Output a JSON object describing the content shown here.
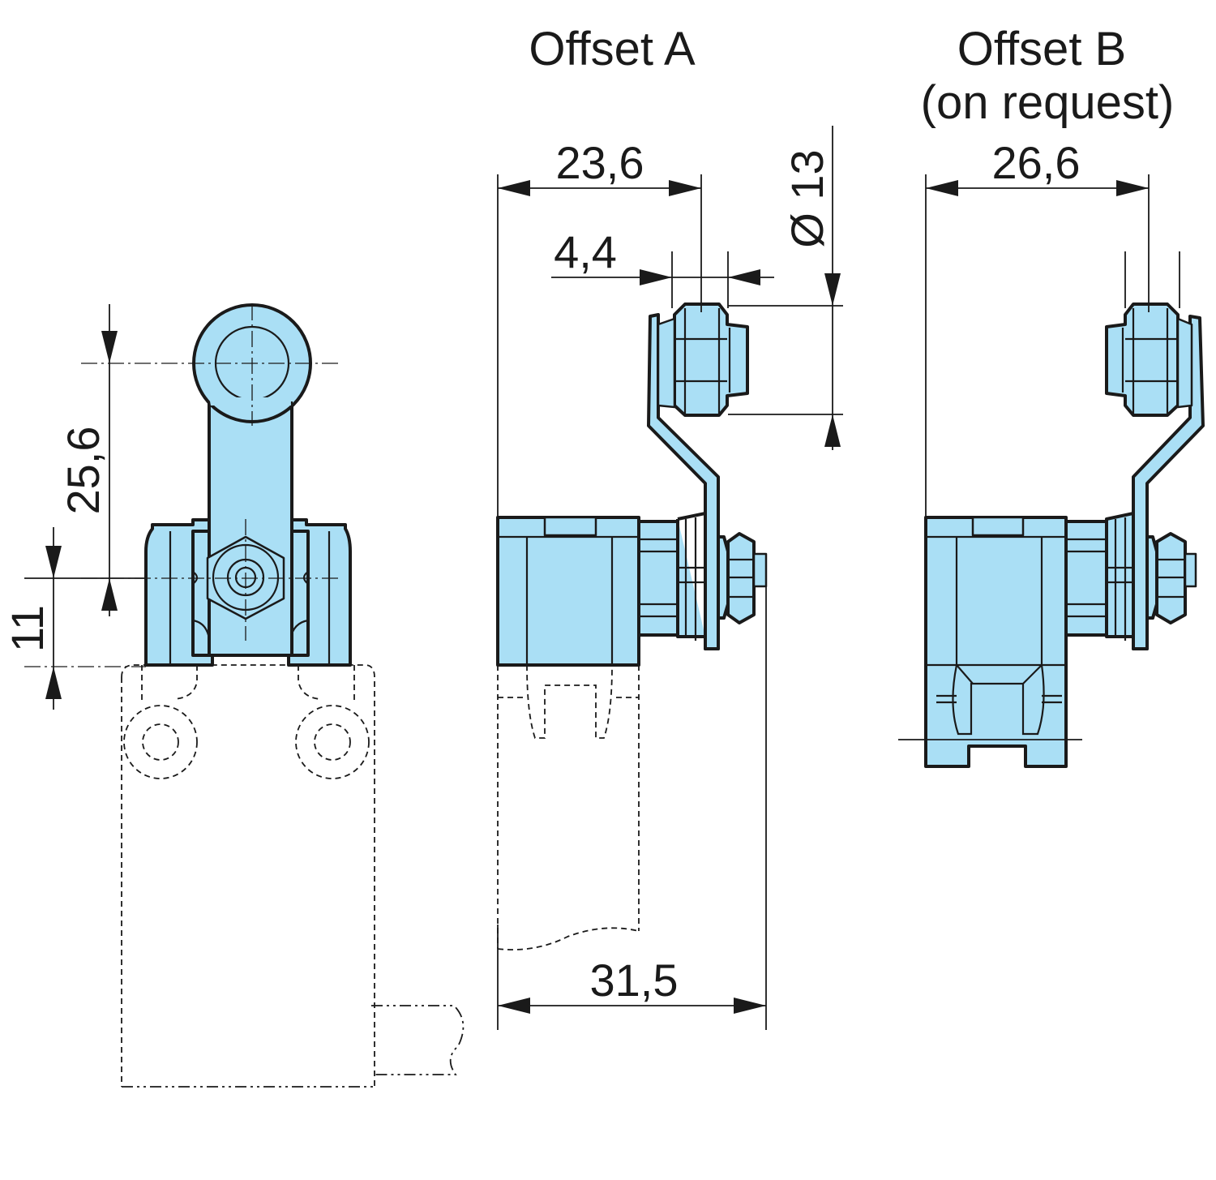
{
  "views": {
    "offset_a": {
      "title": "Offset A"
    },
    "offset_b": {
      "title": "Offset B",
      "note": "(on request)"
    }
  },
  "dimensions": {
    "roller_axis_height": "25,6",
    "lever_pivot_height": "11",
    "offset_a_width": "23,6",
    "roller_width": "4,4",
    "roller_diameter": "Ø 13",
    "offset_b_width": "26,6",
    "total_length": "31,5"
  },
  "colors": {
    "part_fill": "#aadff5",
    "line": "#1a1a1a"
  }
}
